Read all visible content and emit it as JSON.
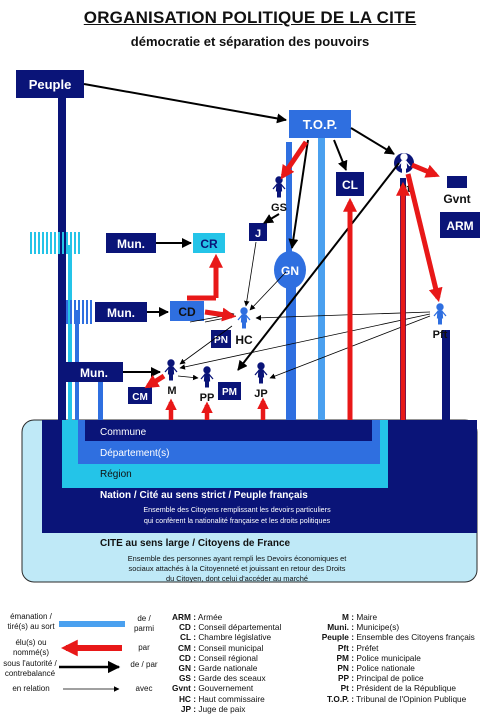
{
  "title": "ORGANISATION POLITIQUE DE LA CITE",
  "subtitle": "démocratie et séparation des pouvoirs",
  "nodes": {
    "peuple": "Peuple",
    "top": "T.O.P.",
    "pt": "Pt",
    "gvnt": "Gvnt",
    "arm": "ARM",
    "cl": "CL",
    "gs": "GS",
    "j": "J",
    "gn": "GN",
    "mun1": "Mun.",
    "cr": "CR",
    "mun2": "Mun.",
    "cd": "CD",
    "pn": "PN",
    "hc": "HC",
    "pft": "Pft",
    "mun3": "Mun.",
    "cm": "CM",
    "m": "M",
    "pp": "PP",
    "pm": "PM",
    "jp": "JP"
  },
  "layers": {
    "commune": "Commune",
    "departement": "Département(s)",
    "region": "Région",
    "nation_title": "Nation / Cité au sens strict / Peuple français",
    "nation_desc1": "Ensemble des Citoyens remplissant les devoirs particuliers",
    "nation_desc2": "qui confèrent la nationalité française et les droits politiques",
    "cite_title": "CITE au sens large / Citoyens de France",
    "cite_desc1": "Ensemble des personnes ayant rempli les Devoirs économiques et",
    "cite_desc2": "sociaux attachés à la Citoyenneté et jouissant en retour des Droits",
    "cite_desc3": "du Citoyen, dont celui d'accéder au marché"
  },
  "legend": [
    {
      "left": "émanation / tiré(s) au sort",
      "right": "de / parmi",
      "style": "blue"
    },
    {
      "left": "élu(s) ou nommé(s)",
      "right": "par",
      "style": "red"
    },
    {
      "left": "sous l'autorité / contrebalancé",
      "right": "de / par",
      "style": "navy"
    },
    {
      "left": "en relation",
      "right": "avec",
      "style": "thin"
    }
  ],
  "abbreviations_col1": [
    {
      "k": "ARM :",
      "v": "Armée"
    },
    {
      "k": "CD :",
      "v": "Conseil départemental"
    },
    {
      "k": "CL :",
      "v": "Chambre législative"
    },
    {
      "k": "CM :",
      "v": "Conseil municipal"
    },
    {
      "k": "CD :",
      "v": "Conseil régional"
    },
    {
      "k": "GN :",
      "v": "Garde nationale"
    },
    {
      "k": "GS :",
      "v": "Garde des sceaux"
    },
    {
      "k": "Gvnt :",
      "v": "Gouvernement"
    },
    {
      "k": "HC :",
      "v": "Haut commissaire"
    },
    {
      "k": "JP :",
      "v": "Juge de paix"
    }
  ],
  "abbreviations_col2": [
    {
      "k": "M :",
      "v": "Maire"
    },
    {
      "k": "Muni. :",
      "v": "Municipe(s)"
    },
    {
      "k": "Peuple :",
      "v": "Ensemble des Citoyens français"
    },
    {
      "k": "Pft :",
      "v": "Préfet"
    },
    {
      "k": "PM :",
      "v": "Police municipale"
    },
    {
      "k": "PN :",
      "v": "Police nationale"
    },
    {
      "k": "PP :",
      "v": "Principal de police"
    },
    {
      "k": "Pt :",
      "v": "Président de la République"
    },
    {
      "k": "T.O.P. :",
      "v": "Tribunal de l'Opinion Publique"
    }
  ],
  "colors": {
    "navy": "#0a1478",
    "midblue": "#2f6fe0",
    "lightblue": "#4aa0ef",
    "cyan": "#24c4e8",
    "paleblue": "#bfe9f7",
    "red": "#e81818"
  }
}
